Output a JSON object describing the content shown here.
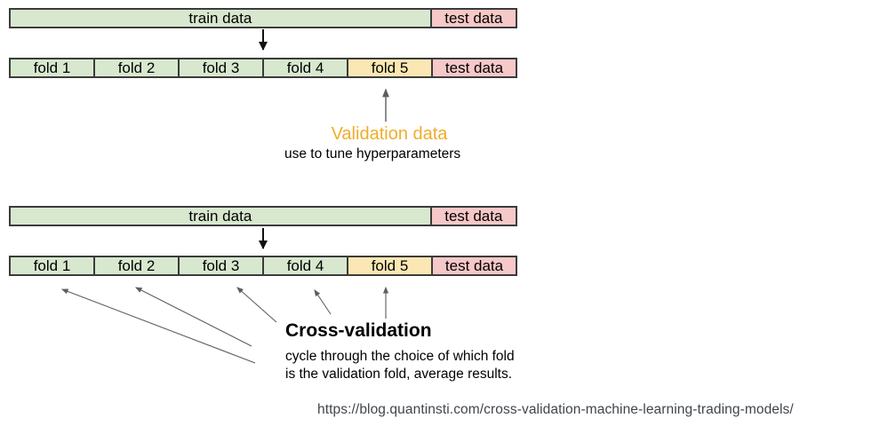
{
  "colors": {
    "train_fill": "#d8e8cf",
    "test_fill": "#f6c8c8",
    "validation_fill": "#fbe7b3",
    "bar_border": "#3b3b3b",
    "black_arrow": "#111111",
    "gray_arrow": "#5e5e5e",
    "validation_title": "#f0ad2b",
    "url_text": "#40454c"
  },
  "section1": {
    "top_bar": {
      "train_label": "train data",
      "test_label": "test data"
    },
    "folds_bar": {
      "folds": [
        "fold 1",
        "fold 2",
        "fold 3",
        "fold 4",
        "fold 5"
      ],
      "test_label": "test data"
    },
    "validation_title": "Validation data",
    "validation_subtitle": "use to tune hyperparameters"
  },
  "section2": {
    "top_bar": {
      "train_label": "train data",
      "test_label": "test data"
    },
    "folds_bar": {
      "folds": [
        "fold 1",
        "fold 2",
        "fold 3",
        "fold 4",
        "fold 5"
      ],
      "test_label": "test data"
    },
    "cv_title": "Cross-validation",
    "cv_body_line1": "cycle through the choice of which fold",
    "cv_body_line2": "is the validation fold, average results."
  },
  "footer": {
    "source_url": "https://blog.quantinsti.com/cross-validation-machine-learning-trading-models/"
  }
}
